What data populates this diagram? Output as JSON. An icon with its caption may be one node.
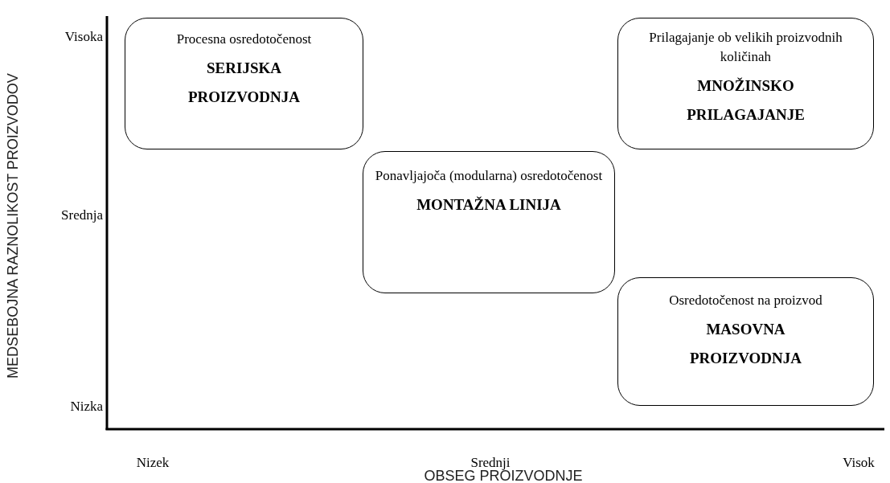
{
  "diagram": {
    "nodes": [
      {
        "text": [
          "Procesna osredotočenost",
          "SERIJSKA PROIZVODNJA"
        ]
      },
      {
        "text": [
          "Prilagajanje ob velikih proizvodnih količinah",
          "MNOŽINSKO PRILAGAJANJE"
        ]
      },
      {
        "text": [
          "Ponavljajoča (modularna) osredotočenost",
          "MONTAŽNA LINIJA"
        ]
      },
      {
        "text": [
          "Osredotočenost na proizvod",
          "MASOVNA PROIZVODNJA"
        ]
      }
    ],
    "labels": [
      "MEDSEBOJNA RAZNOLIKOST PROIZVODOV",
      "Visoka",
      "Srednja",
      "Nizka",
      "Nizek",
      "Srednji",
      "Visok",
      "OBSEG PROIZVODNJE"
    ]
  }
}
